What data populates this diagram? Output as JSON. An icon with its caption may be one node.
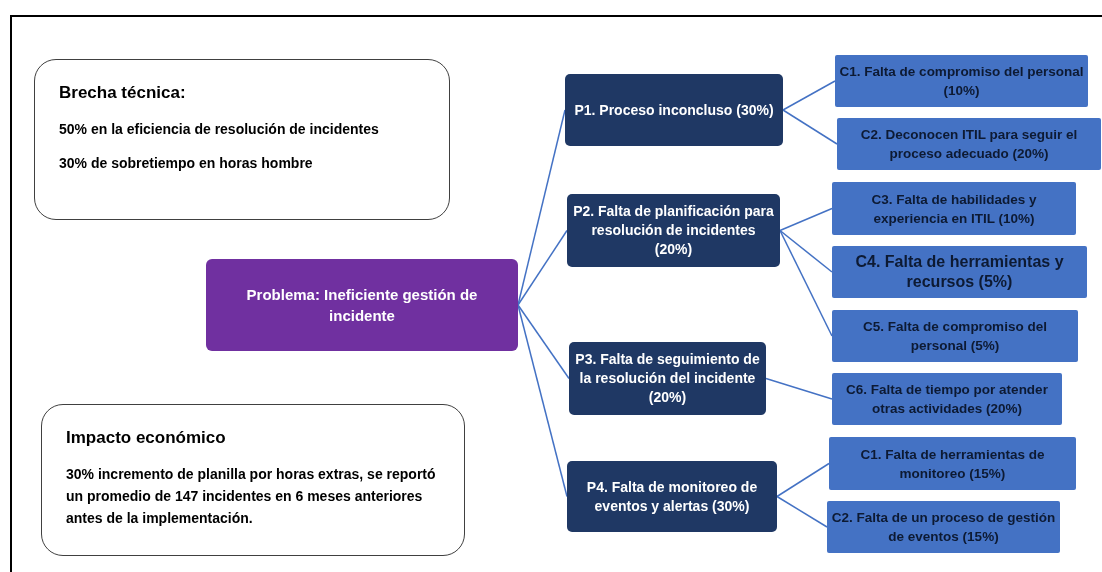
{
  "diagram": {
    "nodes": [
      {
        "text": [
          "Brecha técnica:",
          "50% en la eficiencia de resolución de incidentes",
          "30% de sobretiempo en horas hombre"
        ]
      },
      {
        "text": [
          "Impacto económico",
          "30% incremento de planilla por horas extras, se reportó un promedio de 147 incidentes en 6 meses anteriores antes de la implementación."
        ]
      },
      {
        "text": [
          "Problema: Ineficiente gestión de incidente"
        ]
      },
      {
        "text": [
          "P1. Proceso inconcluso (30%)"
        ]
      },
      {
        "text": [
          "P2. Falta de planificación para resolución de incidentes (20%)"
        ]
      },
      {
        "text": [
          "P3. Falta de seguimiento de la resolución del incidente (20%)"
        ]
      },
      {
        "text": [
          "P4. Falta de monitoreo de eventos y alertas (30%)"
        ]
      },
      {
        "text": [
          "C1. Falta de compromiso del personal (10%)"
        ]
      },
      {
        "text": [
          "C2. Deconocen ITIL para seguir el proceso adecuado (20%)"
        ]
      },
      {
        "text": [
          "C3. Falta de habilidades y experiencia en ITIL (10%)"
        ]
      },
      {
        "text": [
          "C4. Falta de herramientas y recursos (5%)"
        ]
      },
      {
        "text": [
          "C5. Falta de compromiso del personal  (5%)"
        ]
      },
      {
        "text": [
          "C6. Falta de tiempo por atender otras actividades (20%)"
        ]
      },
      {
        "text": [
          "C1. Falta de herramientas de monitoreo (15%)"
        ]
      },
      {
        "text": [
          "C2. Falta de un proceso de gestión de eventos (15%)"
        ]
      }
    ],
    "edges": [
      {
        "from": 2,
        "to": 3,
        "arrow": "none"
      },
      {
        "from": 2,
        "to": 4,
        "arrow": "none"
      },
      {
        "from": 2,
        "to": 5,
        "arrow": "none"
      },
      {
        "from": 2,
        "to": 6,
        "arrow": "none"
      },
      {
        "from": 3,
        "to": 7,
        "arrow": "none"
      },
      {
        "from": 3,
        "to": 8,
        "arrow": "none"
      },
      {
        "from": 4,
        "to": 9,
        "arrow": "none"
      },
      {
        "from": 4,
        "to": 10,
        "arrow": "none"
      },
      {
        "from": 4,
        "to": 11,
        "arrow": "none"
      },
      {
        "from": 5,
        "to": 12,
        "arrow": "none"
      },
      {
        "from": 6,
        "to": 13,
        "arrow": "none"
      },
      {
        "from": 6,
        "to": 14,
        "arrow": "none"
      }
    ]
  }
}
